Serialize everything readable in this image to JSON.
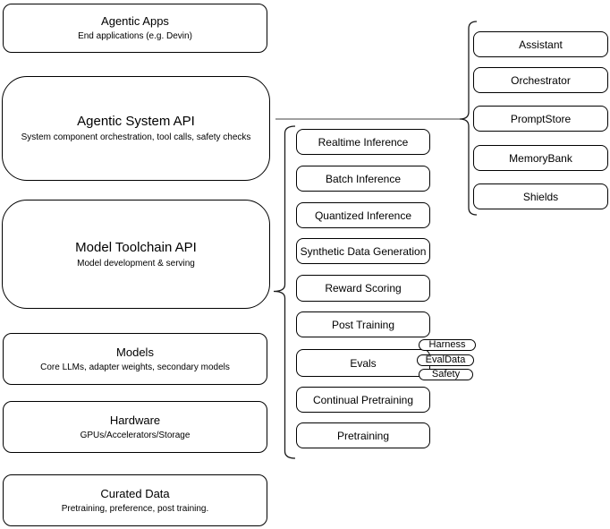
{
  "diagram": {
    "left_stack": [
      {
        "title": "Agentic Apps",
        "subtitle": "End applications (e.g. Devin)"
      },
      {
        "title": "Agentic System API",
        "subtitle": "System component orchestration, tool calls, safety checks"
      },
      {
        "title": "Model Toolchain API",
        "subtitle": "Model development & serving"
      },
      {
        "title": "Models",
        "subtitle": "Core LLMs, adapter weights, secondary models"
      },
      {
        "title": "Hardware",
        "subtitle": "GPUs/Accelerators/Storage"
      },
      {
        "title": "Curated Data",
        "subtitle": "Pretraining, preference, post training."
      }
    ],
    "toolchain_nodes": [
      "Realtime Inference",
      "Batch Inference",
      "Quantized Inference",
      "Synthetic Data Generation",
      "Reward Scoring",
      "Post Training",
      "Evals",
      "Continual Pretraining",
      "Pretraining"
    ],
    "eval_pills": [
      "Harness",
      "EvalData",
      "Safety"
    ],
    "system_nodes": [
      "Assistant",
      "Orchestrator",
      "PromptStore",
      "MemoryBank",
      "Shields"
    ],
    "colors": {
      "box_stroke": "#000000",
      "box_fill": "#ffffff",
      "brace_stroke": "#1a1a1a",
      "connector_stroke": "#808080",
      "text": "#000000"
    }
  }
}
